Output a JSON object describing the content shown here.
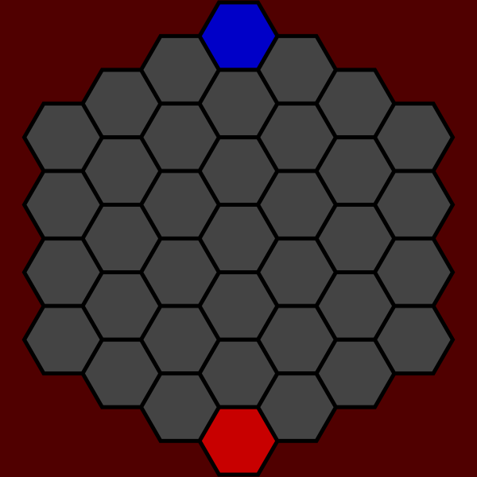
{
  "board": {
    "shape": "hexagonal",
    "radius": 3,
    "cell_count": 37,
    "colors": {
      "background": "#500000",
      "empty_cell": "#444444",
      "cell_border": "#000000",
      "blue_piece": "#0000C8",
      "red_piece": "#C80000"
    },
    "pieces": [
      {
        "player": "blue",
        "q": 0,
        "r": -3,
        "position": "top"
      },
      {
        "player": "red",
        "q": 0,
        "r": 3,
        "position": "bottom"
      }
    ]
  }
}
